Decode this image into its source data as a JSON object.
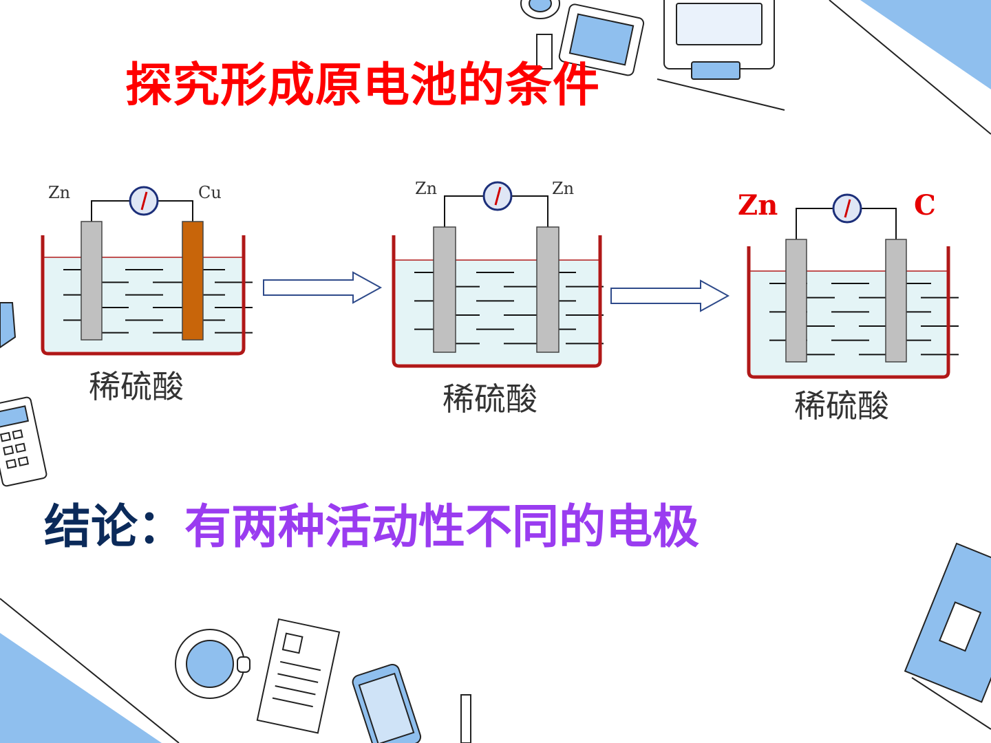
{
  "title": "探究形成原电池的条件",
  "cells": [
    {
      "left_electrode": "Zn",
      "right_electrode": "Cu",
      "electrolyte": "稀硫酸",
      "colors": {
        "left": "#c0c0c0",
        "right": "#c8650a",
        "label": "#333333"
      }
    },
    {
      "left_electrode": "Zn",
      "right_electrode": "Zn",
      "electrolyte": "稀硫酸",
      "colors": {
        "left": "#c0c0c0",
        "right": "#c0c0c0",
        "label": "#333333"
      }
    },
    {
      "left_electrode": "Zn",
      "right_electrode": "C",
      "electrolyte": "稀硫酸",
      "colors": {
        "left": "#c0c0c0",
        "right": "#c0c0c0",
        "label": "#e60000"
      }
    }
  ],
  "conclusion": {
    "label": "结论：",
    "text": "有两种活动性不同的电极"
  },
  "colors": {
    "title": "#ff0000",
    "conclusion_label": "#0b2a5a",
    "conclusion_text": "#9a3cf0",
    "beaker": "#b01818",
    "solution": "#e4f4f6",
    "decor": "#7fb3e8"
  }
}
